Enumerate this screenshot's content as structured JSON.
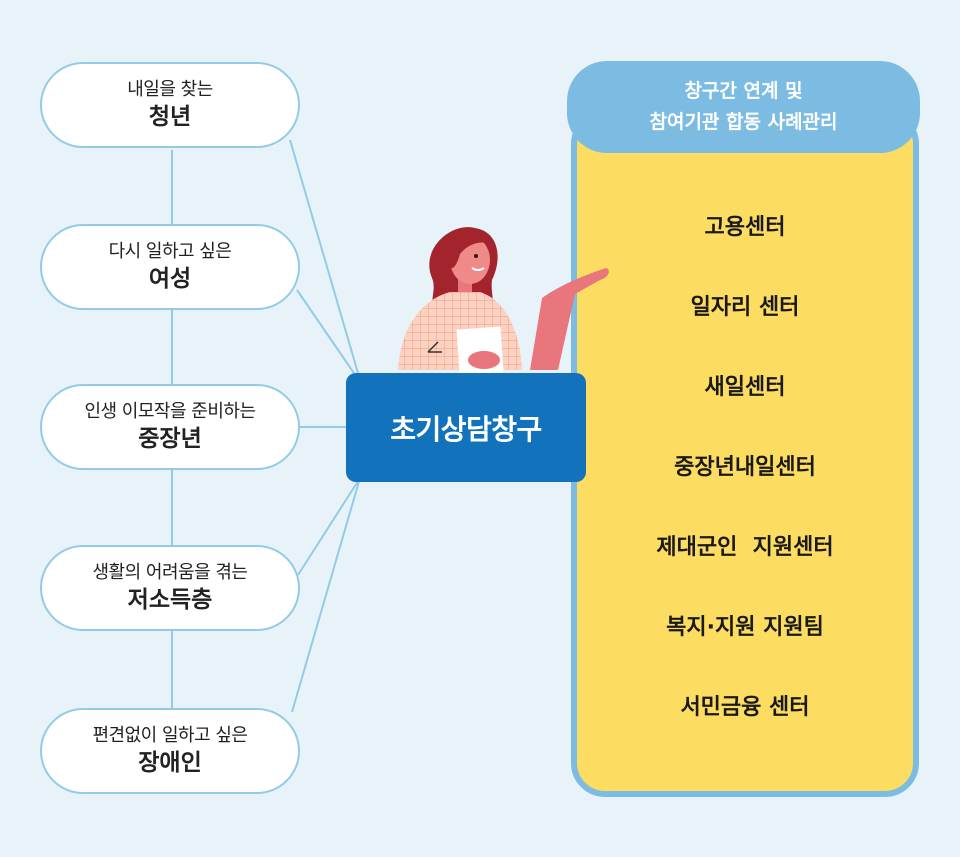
{
  "target_groups": [
    {
      "sub": "내일을 찾는",
      "main": "청년"
    },
    {
      "sub": "다시 일하고 싶은",
      "main": "여성"
    },
    {
      "sub": "인생 이모작을 준비하는",
      "main": "중장년"
    },
    {
      "sub": "생활의 어려움을 겪는",
      "main": "저소득층"
    },
    {
      "sub": "편견없이 일하고 싶은",
      "main": "장애인"
    }
  ],
  "hub": {
    "label": "초기상담창구"
  },
  "panel": {
    "header_line1": "창구간 연계 및",
    "header_line2": "참여기관 합동 사례관리",
    "centers": [
      "고용센터",
      "일자리 센터",
      "새일센터",
      "중장년내일센터",
      "제대군인  지원센터",
      "복지·지원 지원팀",
      "서민금융 센터"
    ]
  },
  "colors": {
    "background": "#e8f3f9",
    "hub": "#1273bc",
    "panel_fill": "#fddc62",
    "panel_border": "#7cbbe2",
    "connector": "#93cbe6"
  }
}
